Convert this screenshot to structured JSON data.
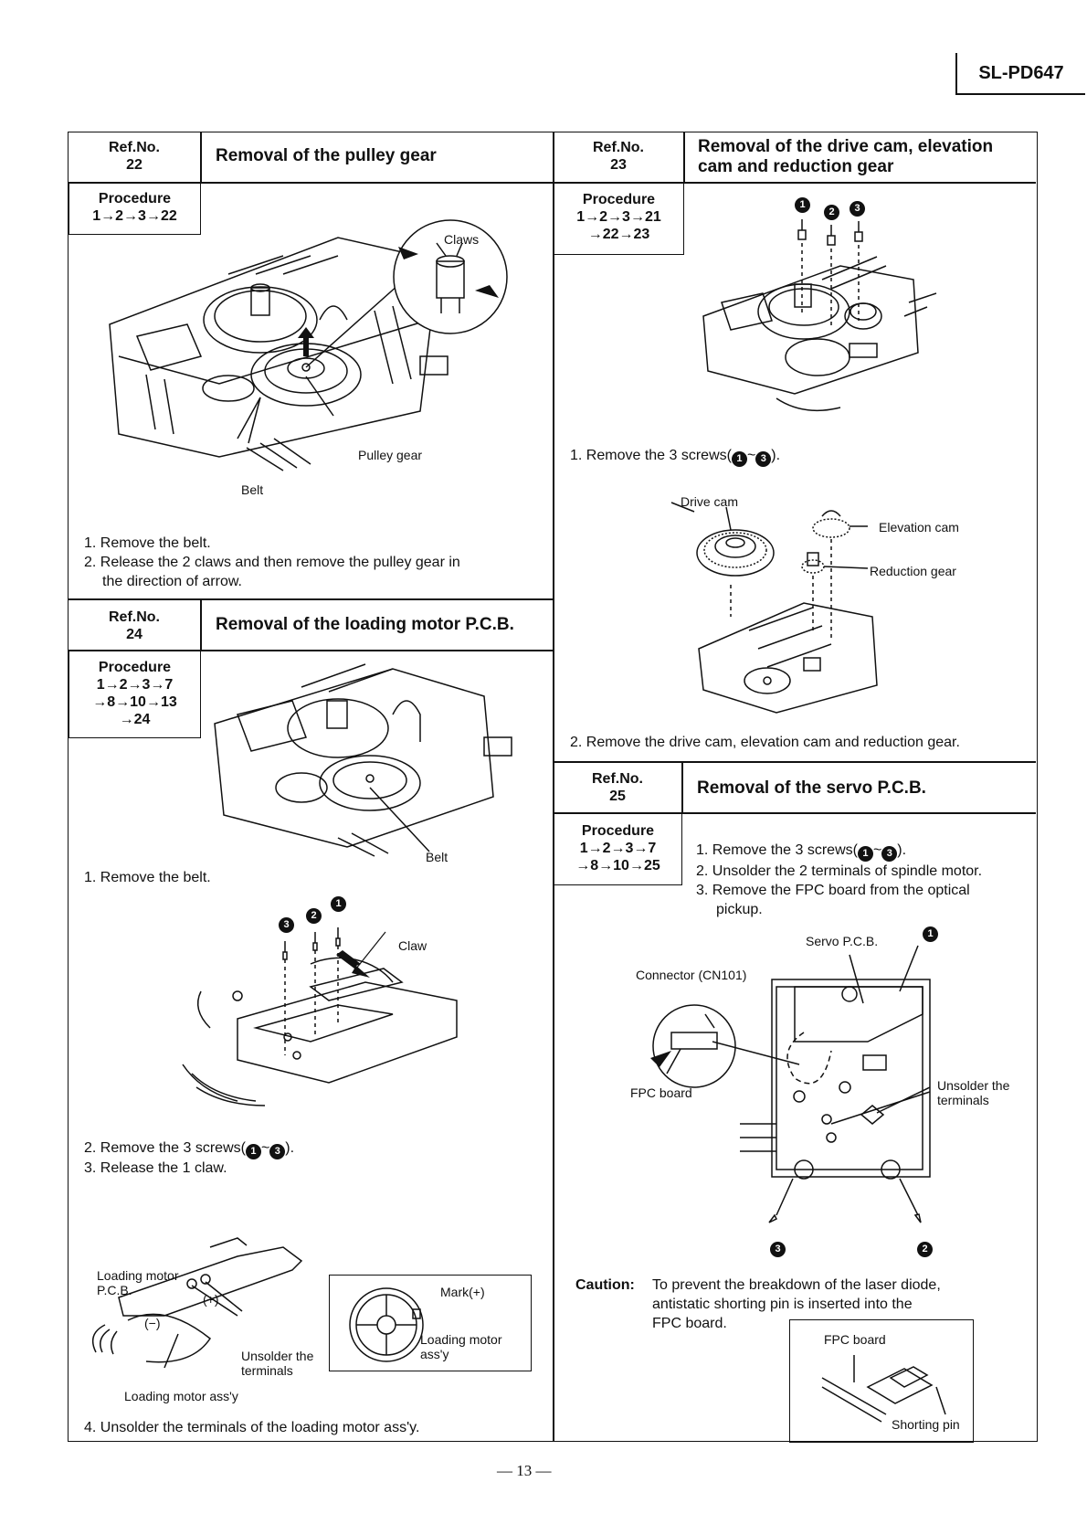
{
  "header": {
    "model": "SL-PD647"
  },
  "sec22": {
    "refno_label": "Ref.No.",
    "refno": "22",
    "title": "Removal of the pulley gear",
    "proc_label": "Procedure",
    "proc": "1→2→3→22",
    "fig": {
      "claws": "Claws",
      "pulley_gear": "Pulley gear",
      "belt": "Belt"
    },
    "steps": [
      "1. Remove the belt.",
      "2. Release the 2 claws and then remove the pulley gear in",
      "the direction of arrow."
    ]
  },
  "sec24": {
    "refno_label": "Ref.No.",
    "refno": "24",
    "title": "Removal of the loading motor P.C.B.",
    "proc_label": "Procedure",
    "proc1": "1→2→3→7",
    "proc2": "→8→10→13",
    "proc3": "→24",
    "fig1": {
      "belt": "Belt"
    },
    "step1": "1. Remove the belt.",
    "fig2": {
      "claw": "Claw"
    },
    "step2_pre": "2. Remove the 3 screws(",
    "step2_post": ").",
    "step3": "3. Release the 1 claw.",
    "fig3": {
      "lm_pcb1": "Loading motor",
      "lm_pcb2": "P.C.B.",
      "plus": "(+)",
      "minus": "(−)",
      "unsolder1": "Unsolder the",
      "unsolder2": "terminals",
      "lm_assy": "Loading motor ass'y",
      "mark": "Mark(+)",
      "lm_assy_b1": "Loading motor",
      "lm_assy_b2": "ass'y"
    },
    "step4": "4. Unsolder the terminals of the loading motor ass'y."
  },
  "sec23": {
    "refno_label": "Ref.No.",
    "refno": "23",
    "title1": "Removal of the drive cam, elevation",
    "title2": "cam and reduction gear",
    "proc_label": "Procedure",
    "proc1": "1→2→3→21",
    "proc2": "→22→23",
    "step1_pre": "1. Remove the 3 screws(",
    "step1_post": ").",
    "fig": {
      "drive_cam": "Drive cam",
      "elevation_cam": "Elevation cam",
      "reduction_gear": "Reduction gear"
    },
    "step2": "2. Remove the drive cam, elevation cam and reduction gear."
  },
  "sec25": {
    "refno_label": "Ref.No.",
    "refno": "25",
    "title": "Removal of the servo P.C.B.",
    "proc_label": "Procedure",
    "proc1": "1→2→3→7",
    "proc2": "→8→10→25",
    "step1_pre": "1. Remove the 3 screws(",
    "step1_post": ").",
    "step2": "2. Unsolder the 2 terminals of spindle motor.",
    "step3a": "3. Remove the FPC board from the optical",
    "step3b": "pickup.",
    "fig": {
      "servo_pcb": "Servo P.C.B.",
      "connector": "Connector (CN101)",
      "fpc_board": "FPC board",
      "unsolder1": "Unsolder the",
      "unsolder2": "terminals"
    },
    "caution_label": "Caution:",
    "caution1": "To prevent the breakdown of the laser diode,",
    "caution2": "antistatic shorting pin is inserted into the",
    "caution3": "FPC board.",
    "cfig": {
      "fpc_board": "FPC board",
      "shorting_pin": "Shorting pin"
    }
  },
  "badges": {
    "one": "1",
    "two": "2",
    "three": "3",
    "tilde": "~"
  },
  "footer": {
    "page": "— 13 —"
  }
}
